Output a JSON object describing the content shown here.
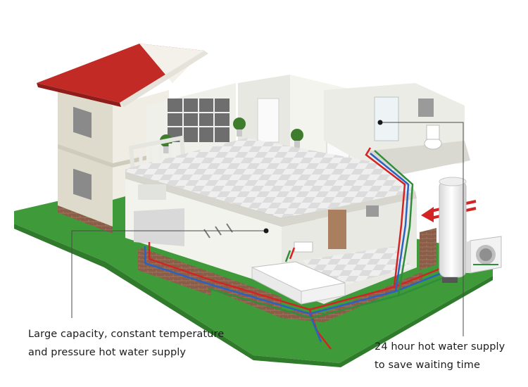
{
  "callouts": {
    "left": {
      "line1": "Large capacity, constant temperature",
      "line2": "and pressure hot water supply"
    },
    "right": {
      "line1": "24 hour hot water supply",
      "line2": "to save waiting time"
    }
  },
  "colors": {
    "grass": "#3f9a3a",
    "roof": "#c22a25",
    "hot_pipe": "#d42323",
    "cold_pipe": "#2a62c2",
    "return_pipe": "#2e8e3a",
    "wall": "#f1f1ec",
    "brick": "#8a5d48",
    "floor_tile": "#e6e6e6"
  }
}
